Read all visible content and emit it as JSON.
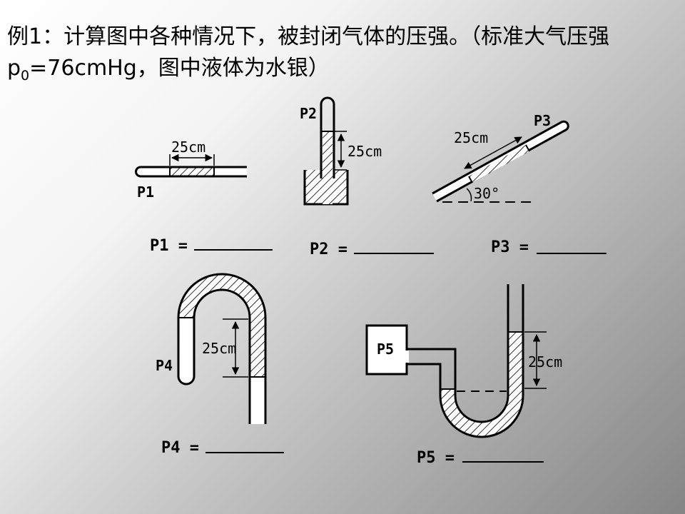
{
  "title": {
    "part1": "例1：计算图中各种情况下，被封闭气体的压强。（标准大气压强p",
    "sub": "0",
    "part2": "=76cmHg，图中液体为水银）"
  },
  "figures": {
    "fig1": {
      "pressure_label": "P1",
      "length_label": "25cm"
    },
    "fig2": {
      "pressure_label": "P2",
      "length_label": "25cm"
    },
    "fig3": {
      "pressure_label": "P3",
      "length_label": "25cm",
      "angle_label": "30°"
    },
    "fig4": {
      "pressure_label": "P4",
      "length_label": "25cm"
    },
    "fig5": {
      "pressure_label": "P5",
      "length_label": "25cm"
    }
  },
  "answers": {
    "a1": "P1 =",
    "a2": "P2 =",
    "a3": "P3 =",
    "a4": "P4 =",
    "a5": "P5 ="
  }
}
